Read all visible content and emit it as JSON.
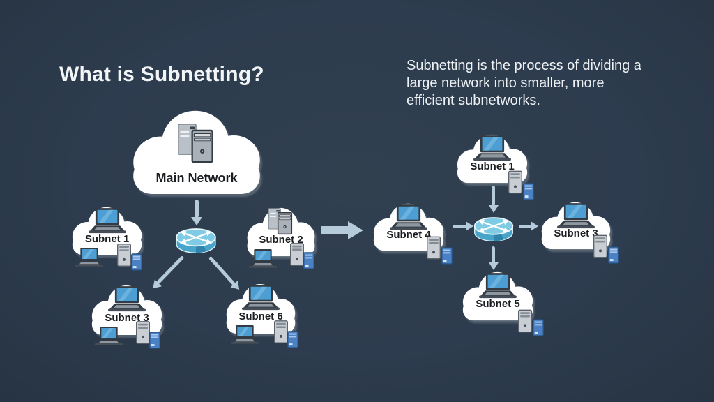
{
  "title": "What is Subnetting?",
  "description": "Subnetting is the process of dividing a large network into smaller, more efficient subnetworks.",
  "left_diagram": {
    "main_network": {
      "label": "Main Network",
      "icon": "server-icon"
    },
    "router": "router-icon",
    "subnets": [
      {
        "label": "Subnet 1",
        "icon": "laptop-icon",
        "devices": [
          "laptop-icon",
          "server-tower-icon",
          "server-rack-icon"
        ]
      },
      {
        "label": "Subnet 2",
        "icon": "server-icon",
        "devices": [
          "laptop-icon",
          "server-tower-icon",
          "server-rack-icon"
        ]
      },
      {
        "label": "Subnet 3",
        "icon": "laptop-icon",
        "devices": [
          "laptop-icon",
          "server-tower-icon",
          "server-rack-icon"
        ]
      },
      {
        "label": "Subnet 6",
        "icon": "laptop-icon",
        "devices": [
          "laptop-icon",
          "server-tower-icon",
          "server-rack-icon"
        ]
      }
    ]
  },
  "right_diagram": {
    "router": "router-icon",
    "subnets": [
      {
        "label": "Subnet 1",
        "icon": "laptop-icon",
        "devices": [
          "server-tower-icon",
          "server-rack-icon"
        ]
      },
      {
        "label": "Subnet 4",
        "icon": "laptop-icon",
        "devices": [
          "server-tower-icon",
          "server-rack-icon"
        ]
      },
      {
        "label": "Subnet 3",
        "icon": "laptop-icon",
        "devices": [
          "server-tower-icon",
          "server-rack-icon"
        ]
      },
      {
        "label": "Subnet 5",
        "icon": "laptop-icon",
        "devices": [
          "server-tower-icon",
          "server-rack-icon"
        ]
      }
    ]
  },
  "colors": {
    "background": "#2d3c4e",
    "cloud": "#ffffff",
    "arrow": "#b5cbdc",
    "router_top": "#7fcbe4",
    "router_side": "#49a4c9",
    "label_text": "#1a1d21",
    "heading_text": "#f2f5f7"
  }
}
